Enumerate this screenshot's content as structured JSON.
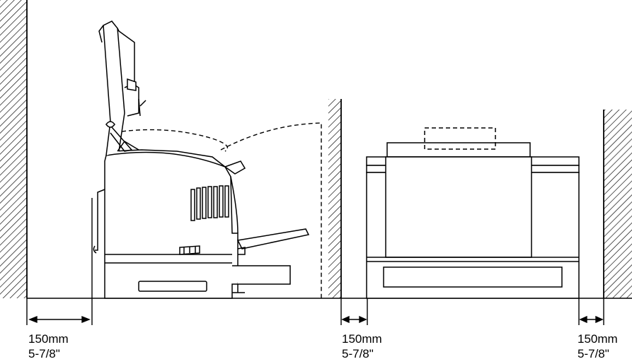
{
  "clearances": [
    {
      "metric": "150mm",
      "imperial": "5-7/8\""
    },
    {
      "metric": "150mm",
      "imperial": "5-7/8\""
    },
    {
      "metric": "150mm",
      "imperial": "5-7/8\""
    }
  ]
}
